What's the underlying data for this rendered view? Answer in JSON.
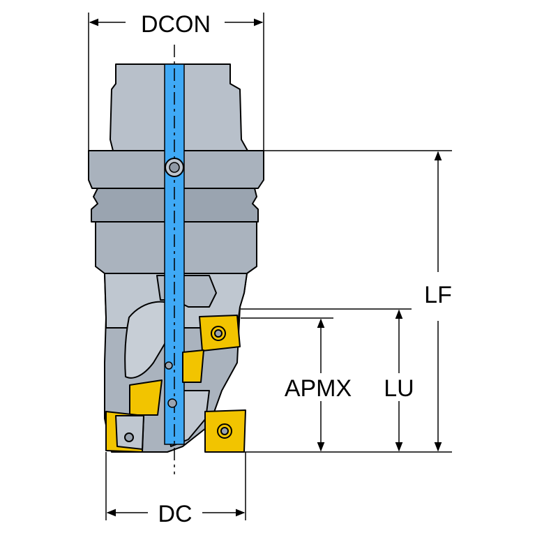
{
  "labels": {
    "dcon": "DCON",
    "lf": "LF",
    "apmx": "APMX",
    "lu": "LU",
    "dc": "DC"
  },
  "colors": {
    "body": "#a9b2bd",
    "body_light": "#c4cbd3",
    "body_dark": "#8f99a5",
    "coolant": "#3fa9f5",
    "insert": "#f2c400",
    "line": "#000000",
    "background": "#ffffff"
  }
}
